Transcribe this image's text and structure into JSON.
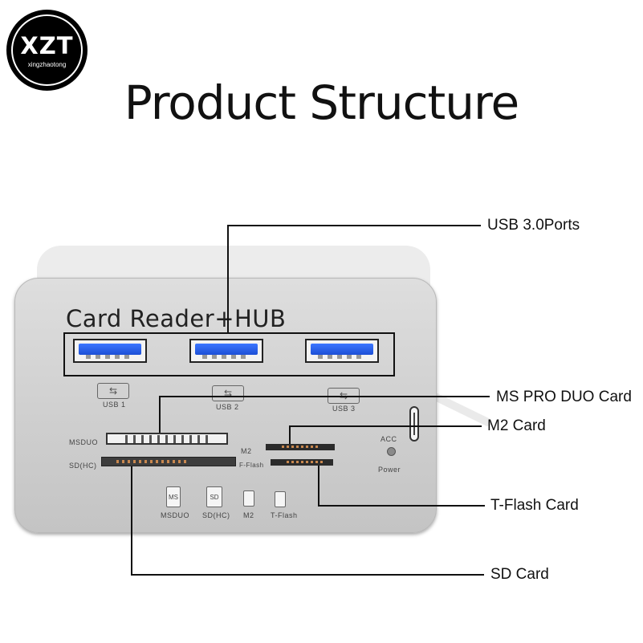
{
  "logo": {
    "mark": "XZT",
    "subtitle": "xingzhaotong"
  },
  "title": "Product Structure",
  "device": {
    "panel_title": "Card Reader+HUB",
    "usb_labels": [
      "USB 1",
      "USB 2",
      "USB 3"
    ],
    "slot_labels": {
      "msduo": "MSDUO",
      "sdhc": "SD(HC)",
      "m2": "M2",
      "tflash": "F-Flash"
    },
    "indicator_labels": {
      "acc": "ACC",
      "power": "Power"
    },
    "card_icons": [
      {
        "mark": "MS",
        "label": "MSDUO"
      },
      {
        "mark": "SD",
        "label": "SD(HC)"
      },
      {
        "mark": "",
        "label": "M2"
      },
      {
        "mark": "",
        "label": "T-Flash"
      }
    ]
  },
  "callouts": {
    "usb": "USB 3.0Ports",
    "ms_pro_duo": "MS PRO DUO Card",
    "m2": "M2 Card",
    "tflash": "T-Flash Card",
    "sd": "SD Card"
  }
}
